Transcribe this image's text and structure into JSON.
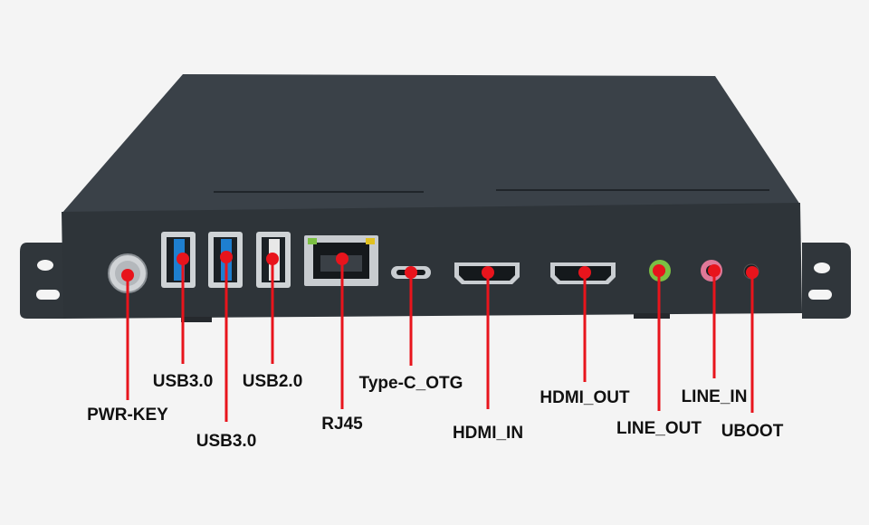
{
  "colors": {
    "background": "#f4f4f4",
    "case_top": "#3a4148",
    "case_front": "#2e3439",
    "marker": "#e8141c",
    "usb3_blue": "#1e7fd0",
    "usb2_white": "#e8e8e8",
    "line_out_green": "#7bc043",
    "line_in_pink": "#e07898"
  },
  "ports": [
    {
      "id": "pwr-key",
      "label": "PWR-KEY"
    },
    {
      "id": "usb3-a",
      "label": "USB3.0"
    },
    {
      "id": "usb3-b",
      "label": "USB3.0"
    },
    {
      "id": "usb2",
      "label": "USB2.0"
    },
    {
      "id": "rj45",
      "label": "RJ45"
    },
    {
      "id": "type-c-otg",
      "label": "Type-C_OTG"
    },
    {
      "id": "hdmi-in",
      "label": "HDMI_IN"
    },
    {
      "id": "hdmi-out",
      "label": "HDMI_OUT"
    },
    {
      "id": "line-out",
      "label": "LINE_OUT"
    },
    {
      "id": "line-in",
      "label": "LINE_IN"
    },
    {
      "id": "uboot",
      "label": "UBOOT"
    }
  ]
}
